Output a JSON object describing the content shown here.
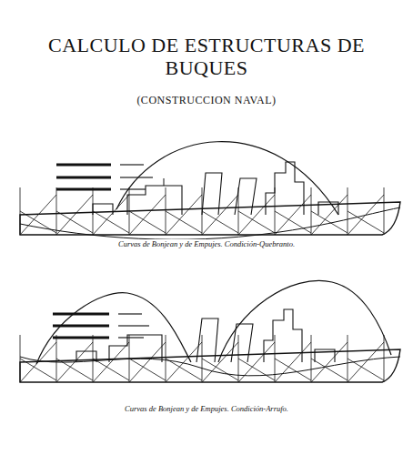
{
  "diagram": {
    "title": "CALCULO DE ESTRUCTURAS DE BUQUES",
    "labels": [
      "(CONSTRUCCION NAVAL)",
      "Curvas de Bonjean y de Empujes. Condición-Quebranto.",
      "Curvas de Bonjean y de Empujes. Condición-Arrufo."
    ]
  }
}
